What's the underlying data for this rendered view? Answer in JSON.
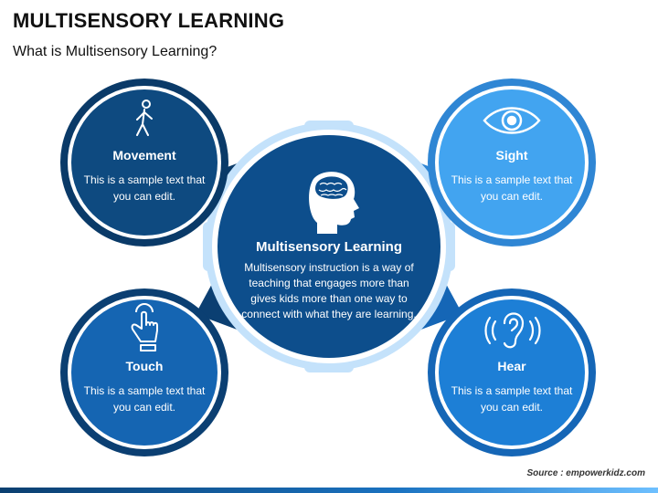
{
  "header": {
    "title": "MULTISENSORY LEARNING",
    "subtitle": "What is Multisensory Learning?"
  },
  "center": {
    "label": "Multisensory Learning",
    "text": "Multisensory instruction is a way of teaching that engages more than gives kids more than one way to connect with what they are learning.",
    "icon": "brain-head-icon"
  },
  "nodes": [
    {
      "label": "Movement",
      "text": "This is a sample text that you can edit.",
      "icon": "walking-person-icon",
      "color": "#0e4a80"
    },
    {
      "label": "Sight",
      "text": "This is a sample text that you can edit.",
      "icon": "eye-icon",
      "color": "#42a4f0"
    },
    {
      "label": "Touch",
      "text": "This is a sample text that you can edit.",
      "icon": "pointing-hand-icon",
      "color": "#1565b2"
    },
    {
      "label": "Hear",
      "text": "This is a sample text that you can edit.",
      "icon": "ear-icon",
      "color": "#1d7fd6"
    }
  ],
  "footer": {
    "source": "Source : empowerkidz.com"
  },
  "colors": {
    "center_fill": "#0d4e8c",
    "ring": "#c4e2fb",
    "connector_dark": "#0c3e6e",
    "connector_light": "#2f86d4"
  }
}
